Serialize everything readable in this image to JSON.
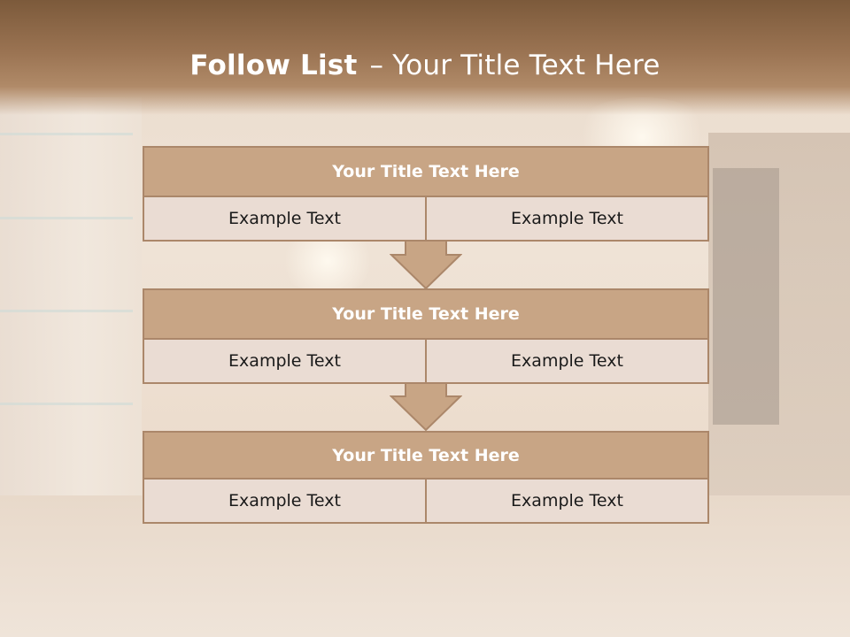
{
  "slide": {
    "title_bold": "Follow List",
    "title_separator": "–",
    "title_rest": "Your Title Text Here"
  },
  "blocks": [
    {
      "heading": "Your Title Text Here",
      "cells": [
        "Example Text",
        "Example Text"
      ]
    },
    {
      "heading": "Your Title Text Here",
      "cells": [
        "Example Text",
        "Example Text"
      ]
    },
    {
      "heading": "Your Title Text Here",
      "cells": [
        "Example Text",
        "Example Text"
      ]
    }
  ],
  "colors": {
    "header_brown": "#9a7352",
    "block_head_fill": "#c8a585",
    "block_border": "#ab876a",
    "cell_fill": "#eadcd3",
    "arrow_fill": "#c8a585"
  },
  "icons": {
    "connector": "down-arrow-icon"
  }
}
